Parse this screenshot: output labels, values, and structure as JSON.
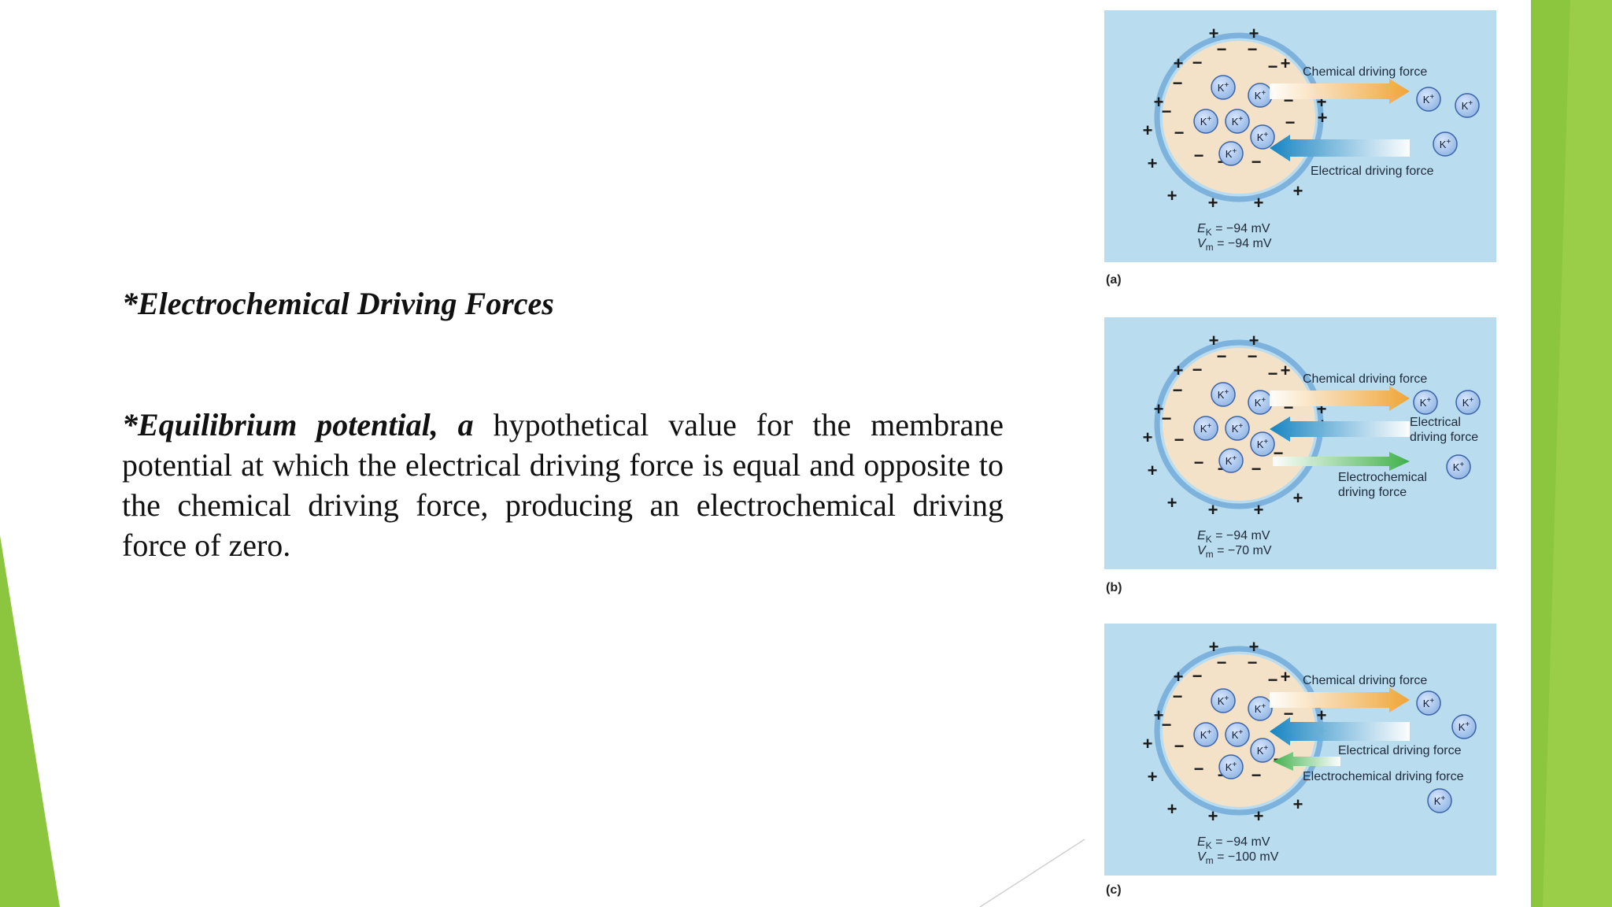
{
  "slide": {
    "heading": "*Electrochemical Driving Forces",
    "definition": {
      "lead": "*Equilibrium potential, a",
      "body": " hypothetical value for the membrane potential at which the electrical driving force is equal and opposite to the chemical driving force, producing an electrochemical driving force of zero."
    }
  },
  "colors": {
    "panel_bg": "#b9dcef",
    "cell_fill": "#f4e2c8",
    "membrane": "#7cb2dc",
    "ion": "#8fb4e4",
    "chemical_arrow": "#f0a437",
    "electrical_arrow": "#1684c2",
    "electrochemical_arrow": "#3fb04a",
    "accent_green": "#8cc63f"
  },
  "ion_label": "K+",
  "panels": [
    {
      "id": "a",
      "label": "(a)",
      "chemical": "Chemical driving force",
      "electrical": [
        "Electrical driving force"
      ],
      "electrochemical": [],
      "ek": "E",
      "ek_sub": "K",
      "ek_value": " = −94 mV",
      "vm": "V",
      "vm_sub": "m",
      "vm_value": " = −94 mV"
    },
    {
      "id": "b",
      "label": "(b)",
      "chemical": "Chemical driving force",
      "electrical": [
        "Electrical",
        "driving force"
      ],
      "electrochemical": [
        "Electrochemical",
        "driving force"
      ],
      "ek": "E",
      "ek_sub": "K",
      "ek_value": " = −94 mV",
      "vm": "V",
      "vm_sub": "m",
      "vm_value": " = −70 mV"
    },
    {
      "id": "c",
      "label": "(c)",
      "chemical": "Chemical driving force",
      "electrical": [
        "Electrical driving force"
      ],
      "electrochemical": [
        "Electrochemical driving force"
      ],
      "ek": "E",
      "ek_sub": "K",
      "ek_value": " = −94 mV",
      "vm": "V",
      "vm_sub": "m",
      "vm_value": " = −100 mV"
    }
  ]
}
